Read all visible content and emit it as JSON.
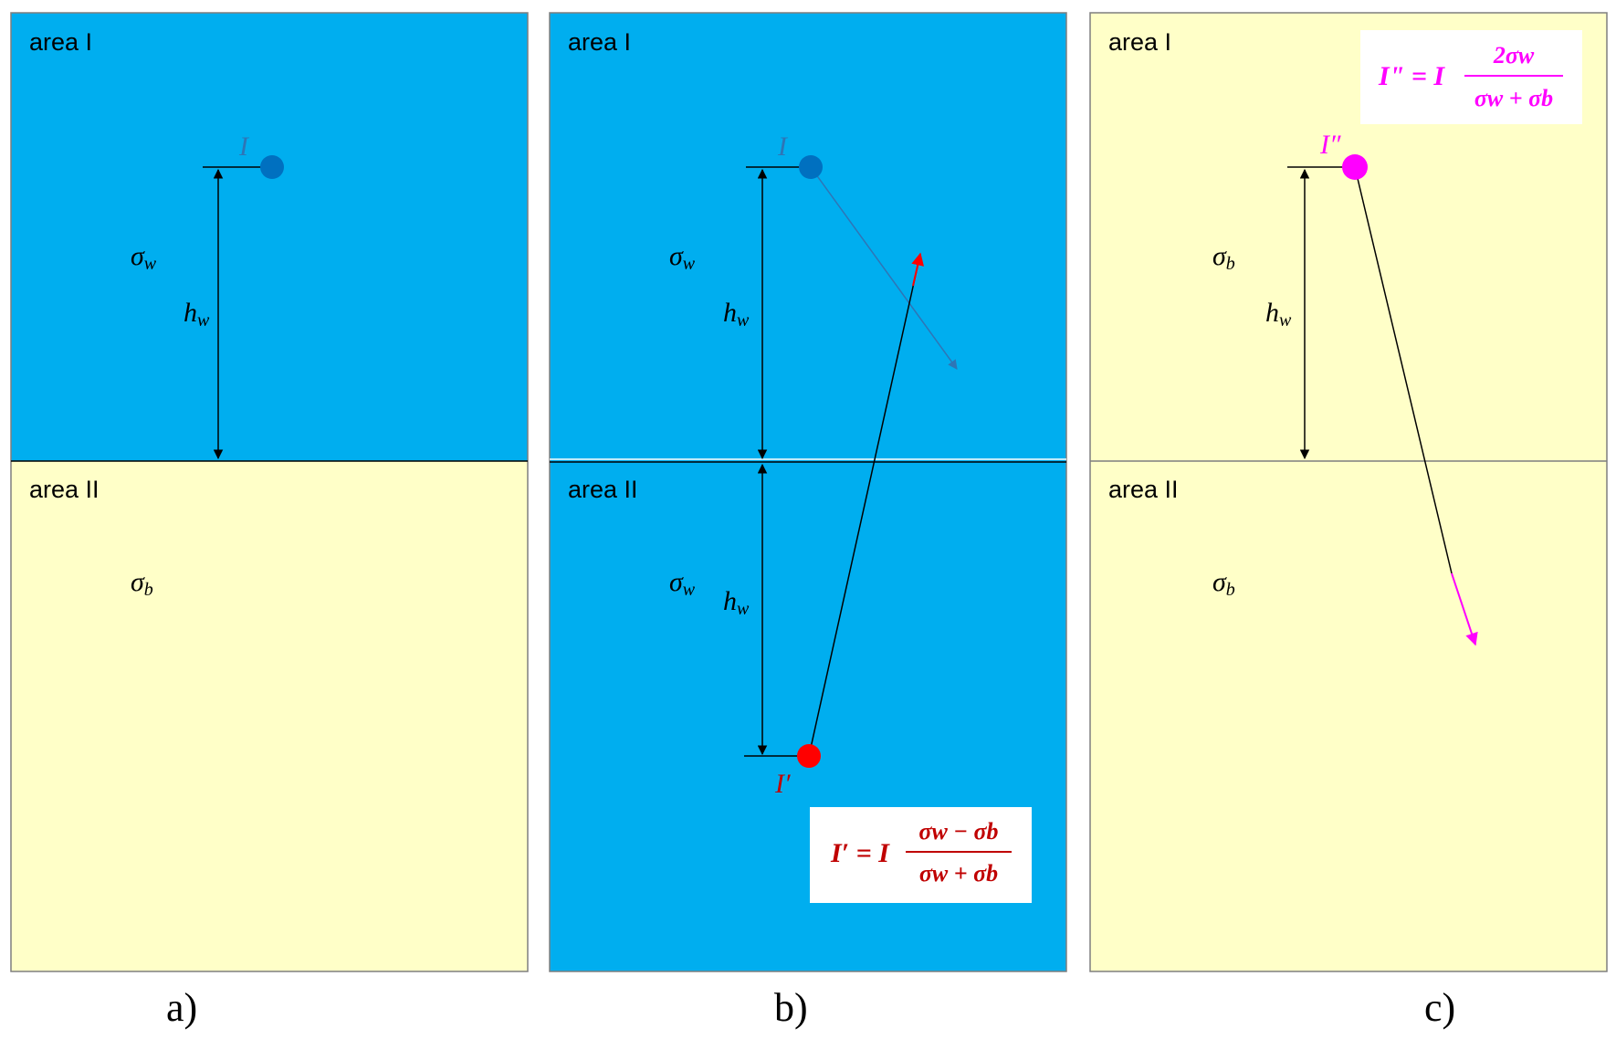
{
  "colors": {
    "water": "#00AEEF",
    "bottom": "#FFFFC8",
    "source": "#0070C0",
    "image_red": "#FF0000",
    "image_magenta": "#FF00FF",
    "eq_red": "#C00000"
  },
  "labels": {
    "area_1": "area I",
    "area_2": "area II",
    "sigma": "σ",
    "sub_w": "w",
    "sub_b": "b",
    "h": "h",
    "I": "I",
    "I_prime": "I′",
    "I_dprime": "I″"
  },
  "panels": {
    "a": {
      "caption": "a)",
      "area_1_fill": "water",
      "area_2_fill": "bottom",
      "area_1_sigma_sub": "w",
      "area_2_sigma_sub": "b"
    },
    "b": {
      "caption": "b)",
      "area_1_fill": "water",
      "area_2_fill": "water",
      "area_1_sigma_sub": "w",
      "area_2_sigma_sub": "w"
    },
    "c": {
      "caption": "c)",
      "area_1_fill": "bottom",
      "area_2_fill": "bottom",
      "area_1_sigma_sub": "b",
      "area_2_sigma_sub": "b"
    }
  },
  "equations": {
    "b": {
      "lhs": "I′ = I",
      "numerator": "σw − σb",
      "denominator": "σw + σb"
    },
    "c": {
      "lhs": "I\" = I",
      "numerator": "2σw",
      "denominator": "σw + σb"
    }
  }
}
